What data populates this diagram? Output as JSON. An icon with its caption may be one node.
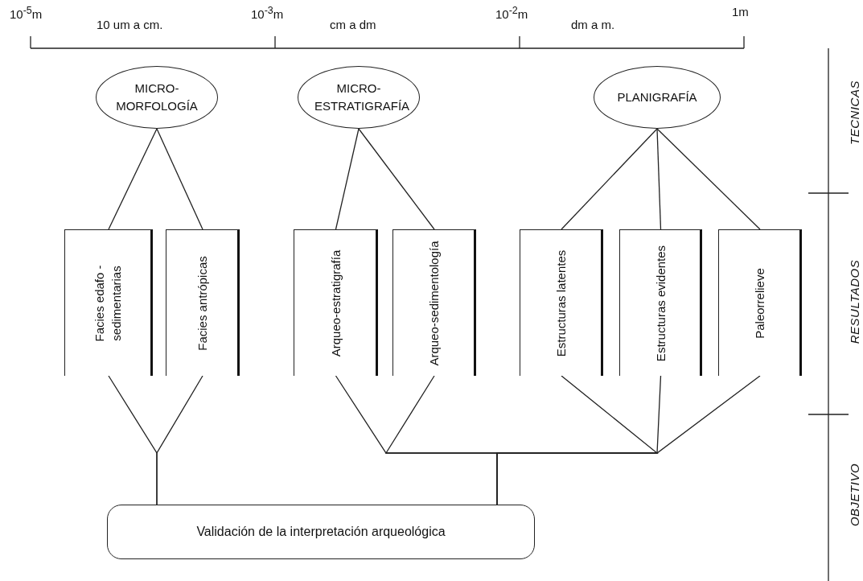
{
  "diagram": {
    "nodes": [
      {
        "text": [
          "MICRO-MORFOLOGÍA"
        ]
      },
      {
        "text": [
          "MICRO-ESTRATIGRAFÍA"
        ]
      },
      {
        "text": [
          "PLANIGRAFÍA"
        ]
      },
      {
        "text": [
          "Facies edafo -sedimentarias"
        ]
      },
      {
        "text": [
          "Facies antrópicas"
        ]
      },
      {
        "text": [
          "Arqueo-estratigrafía"
        ]
      },
      {
        "text": [
          "Arqueo-sedimentología"
        ]
      },
      {
        "text": [
          "Estructuras latentes"
        ]
      },
      {
        "text": [
          "Estructuras evidentes"
        ]
      },
      {
        "text": [
          "Paleorrelieve"
        ]
      },
      {
        "text": [
          "Validación de la interpretación arqueológica"
        ]
      }
    ],
    "edges": [
      {
        "from": 0,
        "to": 3,
        "arrow": "none"
      },
      {
        "from": 0,
        "to": 4,
        "arrow": "none"
      },
      {
        "from": 1,
        "to": 5,
        "arrow": "none"
      },
      {
        "from": 1,
        "to": 6,
        "arrow": "none"
      },
      {
        "from": 2,
        "to": 7,
        "arrow": "none"
      },
      {
        "from": 2,
        "to": 8,
        "arrow": "none"
      },
      {
        "from": 2,
        "to": 9,
        "arrow": "none"
      },
      {
        "from": 3,
        "to": 10,
        "arrow": "none"
      },
      {
        "from": 4,
        "to": 10,
        "arrow": "none"
      },
      {
        "from": 5,
        "to": 10,
        "arrow": "none"
      },
      {
        "from": 6,
        "to": 10,
        "arrow": "none"
      },
      {
        "from": 7,
        "to": 10,
        "arrow": "none"
      },
      {
        "from": 8,
        "to": 10,
        "arrow": "none"
      },
      {
        "from": 9,
        "to": 10,
        "arrow": "none"
      }
    ],
    "labels": [
      "10$^{-5}$m",
      "10 um a cm.",
      "10$^{-3}$m",
      "cm a dm",
      "10$^{-2}$m",
      "dm a m.",
      "1m",
      "TECNICAS",
      "RESULTADOS",
      "OBJETIVO"
    ]
  }
}
